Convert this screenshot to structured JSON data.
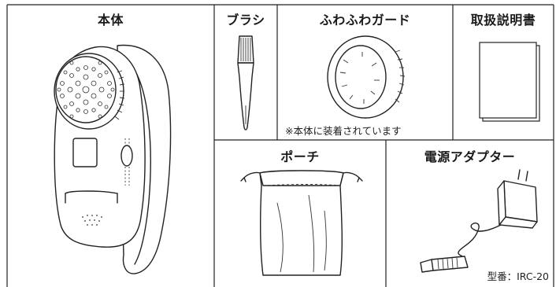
{
  "sections": {
    "main_unit": {
      "title": "本体"
    },
    "brush": {
      "title": "ブラシ"
    },
    "guard": {
      "title": "ふわふわガード",
      "note": "※本体に装着されています"
    },
    "manual": {
      "title": "取扱説明書"
    },
    "pouch": {
      "title": "ポーチ"
    },
    "adapter": {
      "title": "電源アダプター",
      "model": "型番：IRC-20"
    }
  },
  "icons": {
    "main_unit": "lint-remover-illustration",
    "brush": "cleaning-brush-illustration",
    "guard": "soft-guard-ring-illustration",
    "manual": "instruction-booklet-illustration",
    "pouch": "drawstring-pouch-illustration",
    "adapter": "ac-adapter-illustration"
  }
}
